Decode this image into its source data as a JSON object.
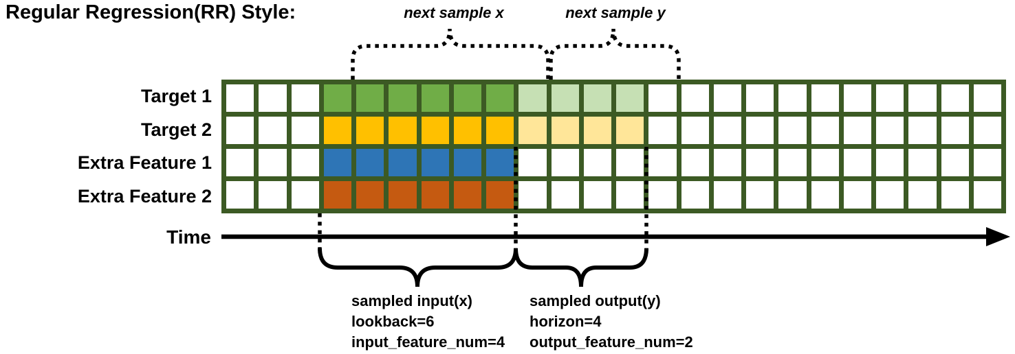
{
  "title": "Regular Regression(RR) Style:",
  "top_braces": {
    "next_sample_x_label": "next sample x",
    "next_sample_y_label": "next sample y"
  },
  "time_axis": {
    "label": "Time"
  },
  "bottom_braces": {
    "input_lines": [
      "sampled input(x)",
      "lookback=6",
      "input_feature_num=4"
    ],
    "output_lines": [
      "sampled output(y)",
      "horizon=4",
      "output_feature_num=2"
    ]
  },
  "grid": {
    "columns": 24,
    "border_color": "#3C5A24",
    "cell_background": "#FFFFFF",
    "lookback": 6,
    "horizon": 4,
    "rows": [
      {
        "label": "Target 1",
        "main_color": "#70AD47",
        "light_color": "#C6E0B4",
        "segments": {
          "white_before": 3,
          "main": 6,
          "light": 4,
          "white_after": 11
        }
      },
      {
        "label": "Target 2",
        "main_color": "#FFC000",
        "light_color": "#FFE699",
        "segments": {
          "white_before": 3,
          "main": 6,
          "light": 4,
          "white_after": 11
        }
      },
      {
        "label": "Extra Feature 1",
        "main_color": "#2E75B6",
        "light_color": null,
        "segments": {
          "white_before": 3,
          "main": 6,
          "light": 0,
          "white_after": 15
        }
      },
      {
        "label": "Extra Feature 2",
        "main_color": "#C55A11",
        "light_color": null,
        "segments": {
          "white_before": 3,
          "main": 6,
          "light": 0,
          "white_after": 15
        }
      }
    ]
  },
  "annotation_color": "#000000"
}
